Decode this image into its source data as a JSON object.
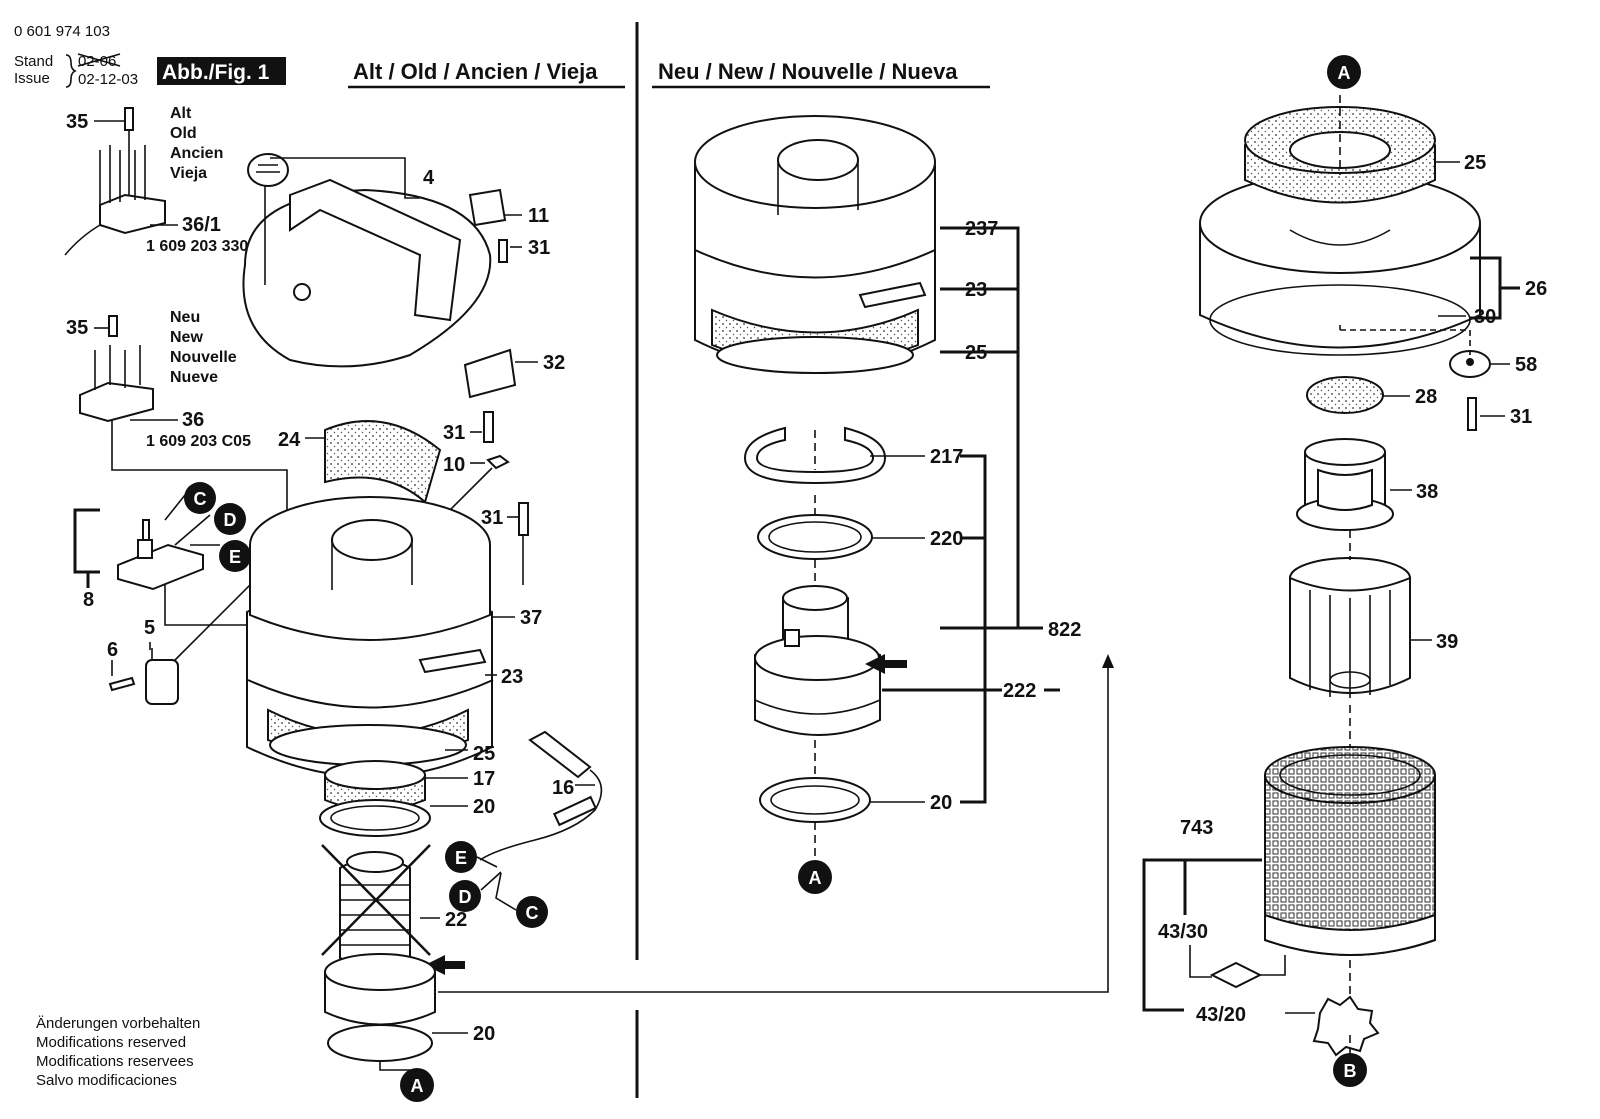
{
  "header": {
    "part_number": "0 601 974 103",
    "stand": "Stand",
    "issue": "Issue",
    "date_old": "02-06",
    "date": "02-12-03",
    "figure": "Abb./Fig. 1"
  },
  "section_old": "Alt / Old / Ancien / Vieja",
  "section_new": "Neu / New / Nouvelle / Nueva",
  "switch_old": {
    "lines": [
      "Alt",
      "Old",
      "Ancien",
      "Vieja"
    ],
    "number": "1 609 203 330"
  },
  "switch_new": {
    "lines": [
      "Neu",
      "New",
      "Nouvelle",
      "Nueve"
    ],
    "number": "1 609 203 C05"
  },
  "footer": [
    "Änderungen vorbehalten",
    "Modifications reserved",
    "Modifications reservees",
    "Salvo modificaciones"
  ],
  "markers": {
    "A": "A",
    "B": "B",
    "C": "C",
    "D": "D",
    "E": "E"
  },
  "labels": {
    "p35a": "35",
    "p36_1": "36/1",
    "p35b": "35",
    "p36": "36",
    "p4": "4",
    "p11": "11",
    "p31a": "31",
    "p32": "32",
    "p24": "24",
    "p31b": "31",
    "p10": "10",
    "p31c": "31",
    "p8": "8",
    "p5": "5",
    "p6": "6",
    "p37": "37",
    "p23a": "23",
    "p25a": "25",
    "p17": "17",
    "p20a": "20",
    "p16": "16",
    "p22": "22",
    "p20b": "20",
    "p237": "237",
    "p23b": "23",
    "p25b": "25",
    "p217": "217",
    "p220": "220",
    "p822": "822",
    "p222": "222",
    "p20c": "20",
    "p25c": "25",
    "p26": "26",
    "p30": "30",
    "p58": "58",
    "p28": "28",
    "p31d": "31",
    "p38": "38",
    "p39": "39",
    "p743": "743",
    "p43_30": "43/30",
    "p43_20": "43/20"
  }
}
